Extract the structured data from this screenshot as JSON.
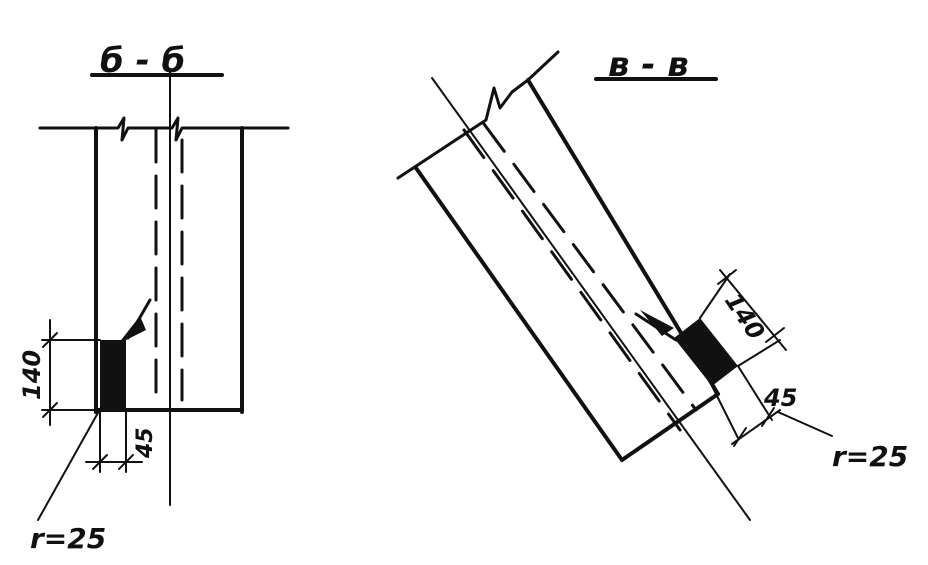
{
  "sections": [
    {
      "title": "б - б",
      "height_dim": "140",
      "width_dim": "45",
      "radius": "r=25"
    },
    {
      "title": "в - в",
      "height_dim": "140",
      "width_dim": "45",
      "radius": "r=25"
    }
  ],
  "colors": {
    "ink": "#111111",
    "paper": "#ffffff"
  }
}
